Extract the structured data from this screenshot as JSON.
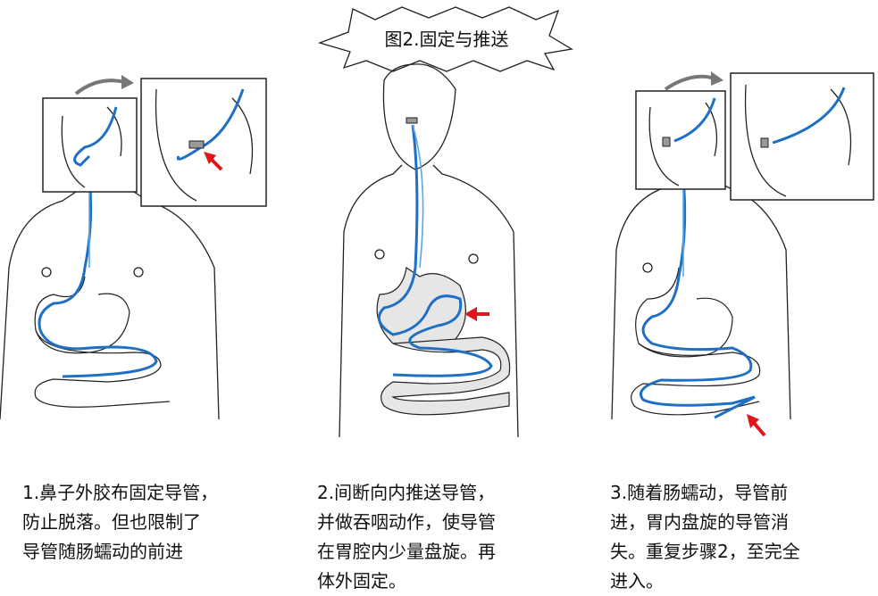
{
  "title": "图2.固定与推送",
  "colors": {
    "tube": "#1f6fc4",
    "arrow": "#e0161b"
  },
  "steps": [
    {
      "lines": [
        "1.鼻子外胶布固定导管，",
        "防止脱落。但也限制了",
        "导管随肠蠕动的前进"
      ]
    },
    {
      "lines": [
        "2.间断向内推送导管，",
        "并做吞咽动作，使导管",
        "在胃腔内少量盘旋。再",
        "体外固定。"
      ]
    },
    {
      "lines": [
        "3.随着肠蠕动，导管前",
        "进，胃内盘旋的导管消",
        "失。重复步骤2，至完全",
        "进入。"
      ]
    }
  ]
}
